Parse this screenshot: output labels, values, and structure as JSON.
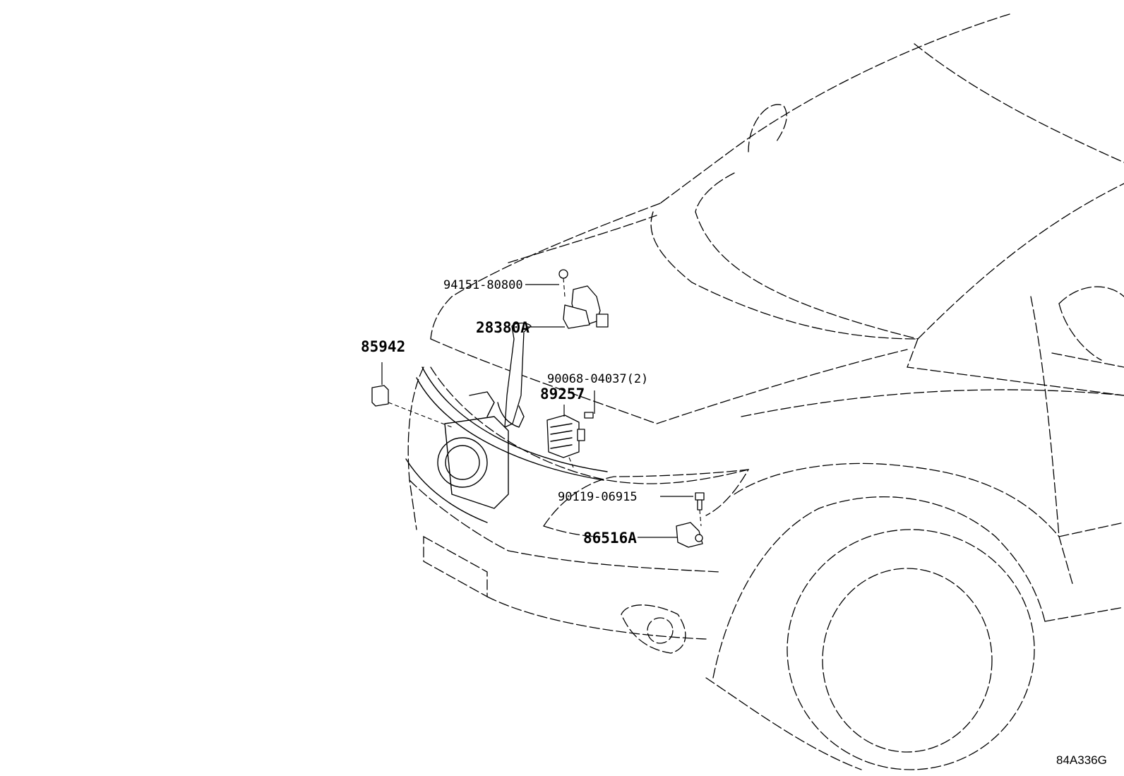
{
  "callouts": [
    {
      "id": "c1",
      "text": "94151-80800"
    },
    {
      "id": "c2",
      "text": "28380A"
    },
    {
      "id": "c3",
      "text": "85942"
    },
    {
      "id": "c4",
      "text": "90068-04037(2)"
    },
    {
      "id": "c5",
      "text": "89257"
    },
    {
      "id": "c6",
      "text": "90119-06915"
    },
    {
      "id": "c7",
      "text": "86516A"
    }
  ],
  "drawing_code": "84A336G"
}
